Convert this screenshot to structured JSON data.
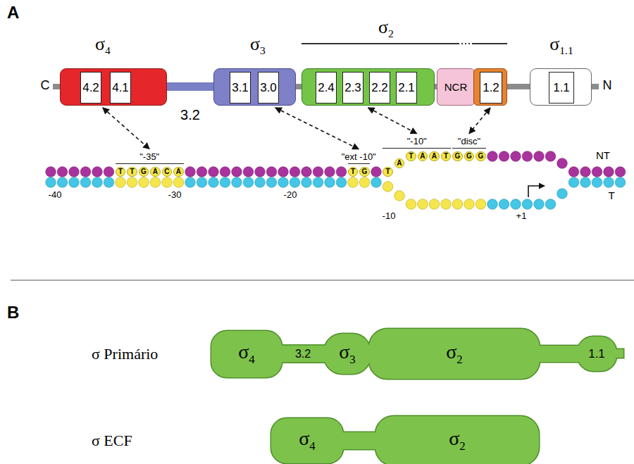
{
  "diagram": {
    "nodes": [
      {
        "text": [
          "σ4",
          "4.2",
          "4.1"
        ]
      },
      {
        "text": [
          "σ3",
          "3.1",
          "3.0"
        ]
      },
      {
        "text": [
          "2.4",
          "2.3",
          "2.2",
          "2.1"
        ]
      },
      {
        "text": [
          "NCR"
        ]
      },
      {
        "text": [
          "1.2"
        ]
      },
      {
        "text": [
          "σ1.1",
          "1.1"
        ]
      },
      {
        "text": [
          "\"-35\""
        ]
      },
      {
        "text": [
          "T"
        ],
        "in": 6
      },
      {
        "text": [
          "T"
        ],
        "in": 6
      },
      {
        "text": [
          "G"
        ],
        "in": 6
      },
      {
        "text": [
          "A"
        ],
        "in": 6
      },
      {
        "text": [
          "C"
        ],
        "in": 6
      },
      {
        "text": [
          "A"
        ],
        "in": 6
      },
      {
        "text": [
          "\"ext -10\""
        ]
      },
      {
        "text": [
          "T"
        ],
        "in": 13
      },
      {
        "text": [
          "G"
        ],
        "in": 13
      },
      {
        "text": [
          "\"-10\""
        ]
      },
      {
        "text": [
          "T"
        ],
        "in": 16
      },
      {
        "text": [
          "A"
        ],
        "in": 16
      },
      {
        "text": [
          "T"
        ],
        "in": 16
      },
      {
        "text": [
          "A"
        ],
        "in": 16
      },
      {
        "text": [
          "A"
        ],
        "in": 16
      },
      {
        "text": [
          "T"
        ],
        "in": 16
      },
      {
        "text": [
          "\"disc\""
        ]
      },
      {
        "text": [
          "G"
        ],
        "in": 23
      },
      {
        "text": [
          "G"
        ],
        "in": 23
      },
      {
        "text": [
          "G"
        ],
        "in": 23
      },
      {
        "text": [
          "σ Primário",
          "σ4",
          "3.2",
          "σ3",
          "σ2",
          "1.1"
        ]
      },
      {
        "text": [
          "σ ECF",
          "σ4",
          "σ2"
        ]
      }
    ],
    "edges": [
      {
        "from": 0,
        "to": 6,
        "arrow": "both"
      },
      {
        "from": 1,
        "to": 13,
        "arrow": "both"
      },
      {
        "from": 2,
        "to": 16,
        "arrow": "both"
      },
      {
        "from": 4,
        "to": 23,
        "arrow": "both"
      }
    ],
    "labels": [
      "A",
      "C",
      "3.2",
      "σ2",
      "N",
      "NT",
      "T",
      "-40",
      "-30",
      "-20",
      "-10",
      "+1",
      "B"
    ]
  }
}
